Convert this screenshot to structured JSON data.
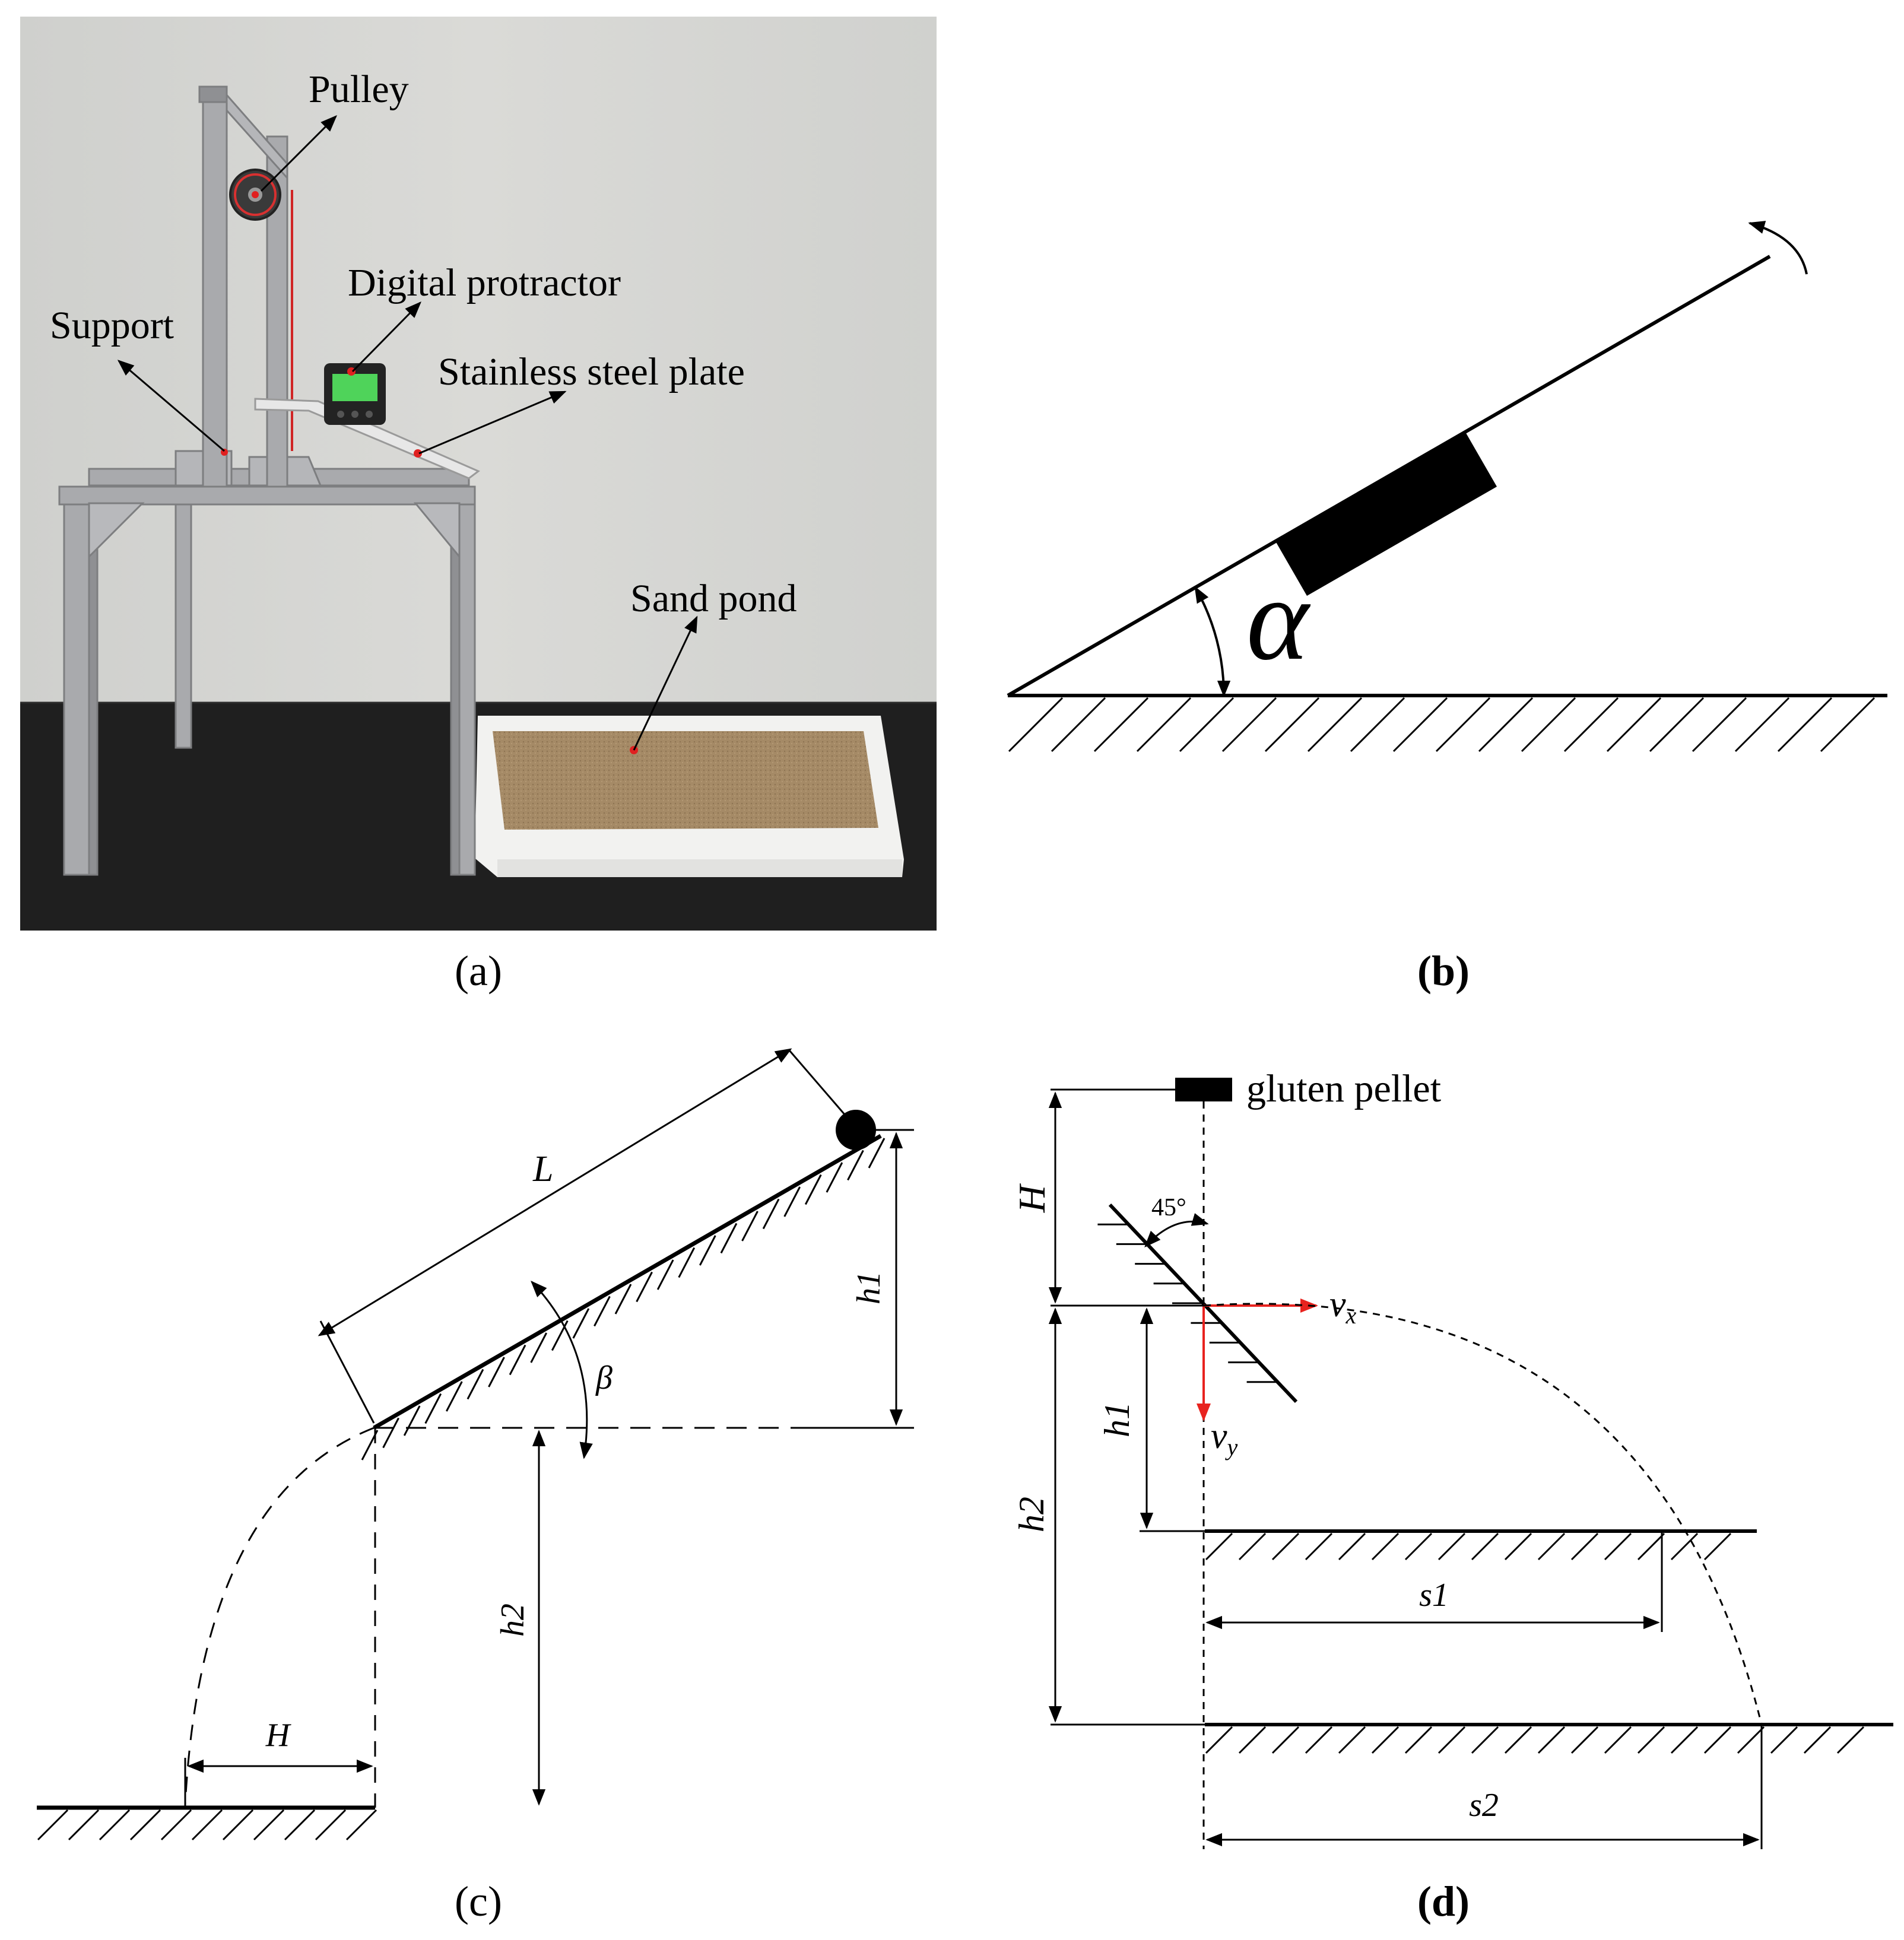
{
  "panel_a": {
    "caption": "(a)",
    "labels": {
      "pulley": "Pulley",
      "digital_protractor": "Digital protractor",
      "support": "Support",
      "stainless_steel_plate": "Stainless steel plate",
      "sand_pond": "Sand pond"
    }
  },
  "panel_b": {
    "caption": "(b)",
    "angle_label": "α"
  },
  "panel_c": {
    "caption": "(c)",
    "labels": {
      "L": "L",
      "beta": "β",
      "h1": "h1",
      "h2": "h2",
      "H": "H"
    }
  },
  "panel_d": {
    "caption": "(d)",
    "labels": {
      "gluten_pellet": "gluten pellet",
      "H": "H",
      "angle": "45°",
      "vx": "v",
      "vx_sub": "x",
      "vy": "v",
      "vy_sub": "y",
      "h1": "h1",
      "h2": "h2",
      "s1": "s1",
      "s2": "s2"
    }
  },
  "colors": {
    "line": "#000000",
    "velocity_arrow": "#e8231f",
    "sand": "#a58a66",
    "wall": "#d3d3d0",
    "floor": "#1f1f1f",
    "frame": "#a9aaad",
    "protractor_screen": "#4fd35a",
    "marker": "#e02020"
  }
}
